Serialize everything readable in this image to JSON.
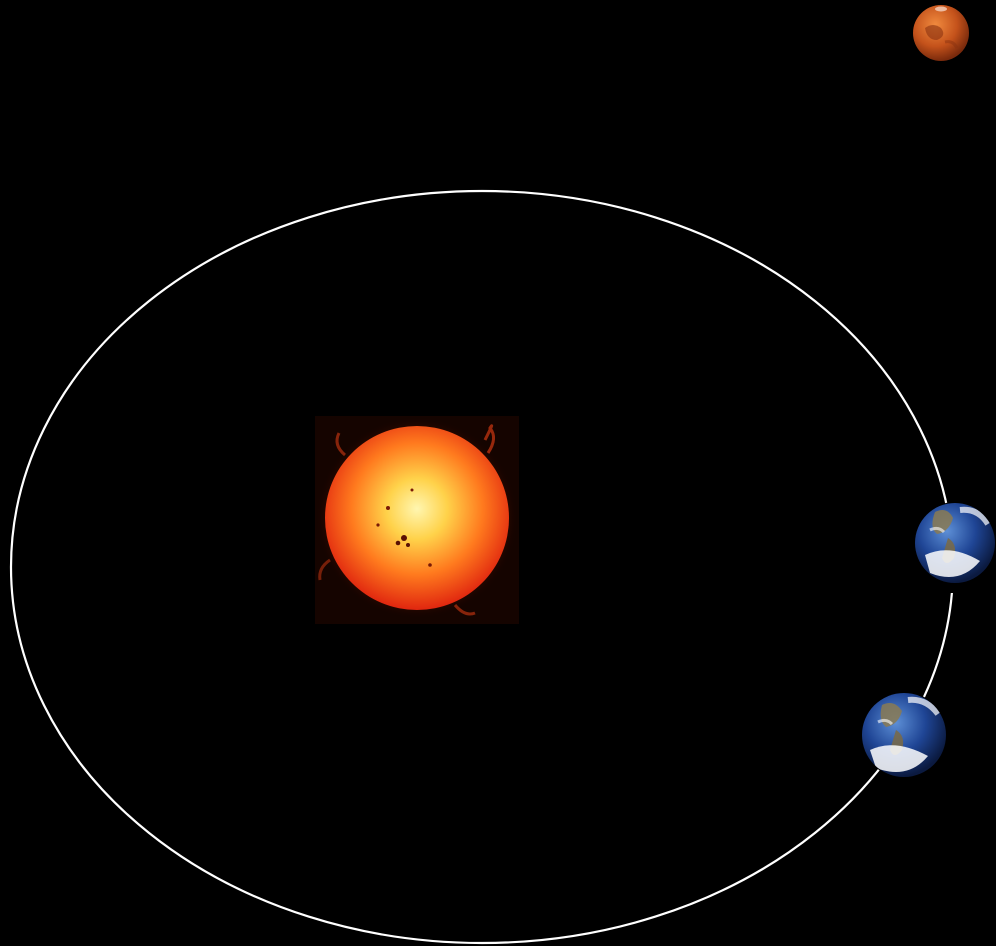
{
  "scene": {
    "background": "#000000",
    "orbit_color": "#ffffff",
    "bodies": [
      {
        "id": "sun",
        "icon": "sun-icon"
      },
      {
        "id": "earth-a",
        "icon": "earth-icon"
      },
      {
        "id": "earth-b",
        "icon": "earth-icon"
      },
      {
        "id": "mars",
        "icon": "mars-icon"
      }
    ],
    "colors": {
      "sun_core": "#fff2a0",
      "sun_mid": "#ff8a1e",
      "sun_edge": "#e53012",
      "earth_ocean": "#1d3e8a",
      "earth_land": "#8a7a52",
      "earth_cloud": "#ffffff",
      "mars_surface": "#c0501a"
    }
  }
}
